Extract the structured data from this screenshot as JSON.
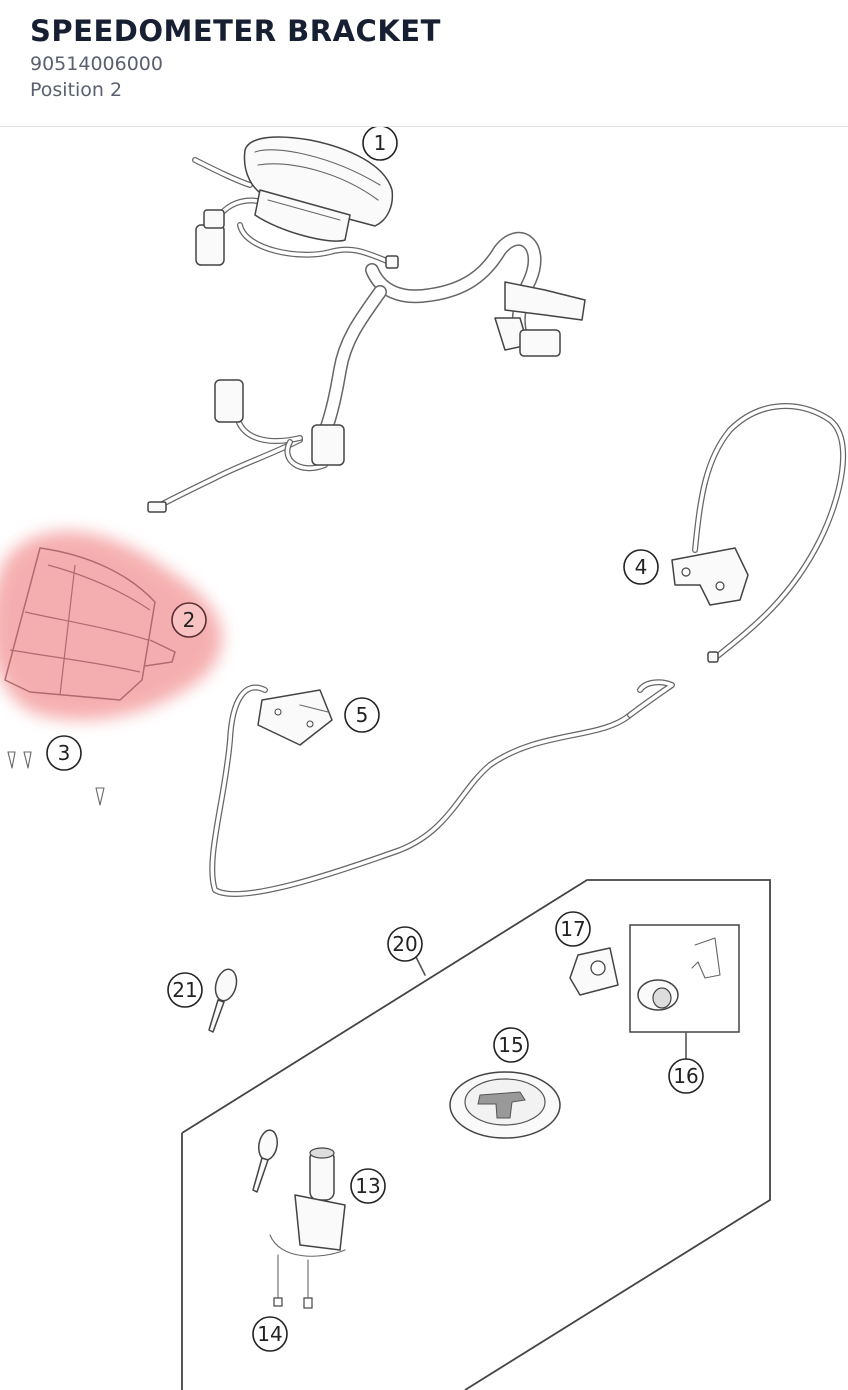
{
  "header": {
    "title": "SPEEDOMETER BRACKET",
    "part_number": "90514006000",
    "position": "Position 2"
  },
  "diagram": {
    "highlight_color": "#f4a1a3",
    "highlighted_callout": "2",
    "callouts": [
      "1",
      "2",
      "3",
      "4",
      "5",
      "13",
      "14",
      "15",
      "16",
      "17",
      "20",
      "21"
    ]
  }
}
